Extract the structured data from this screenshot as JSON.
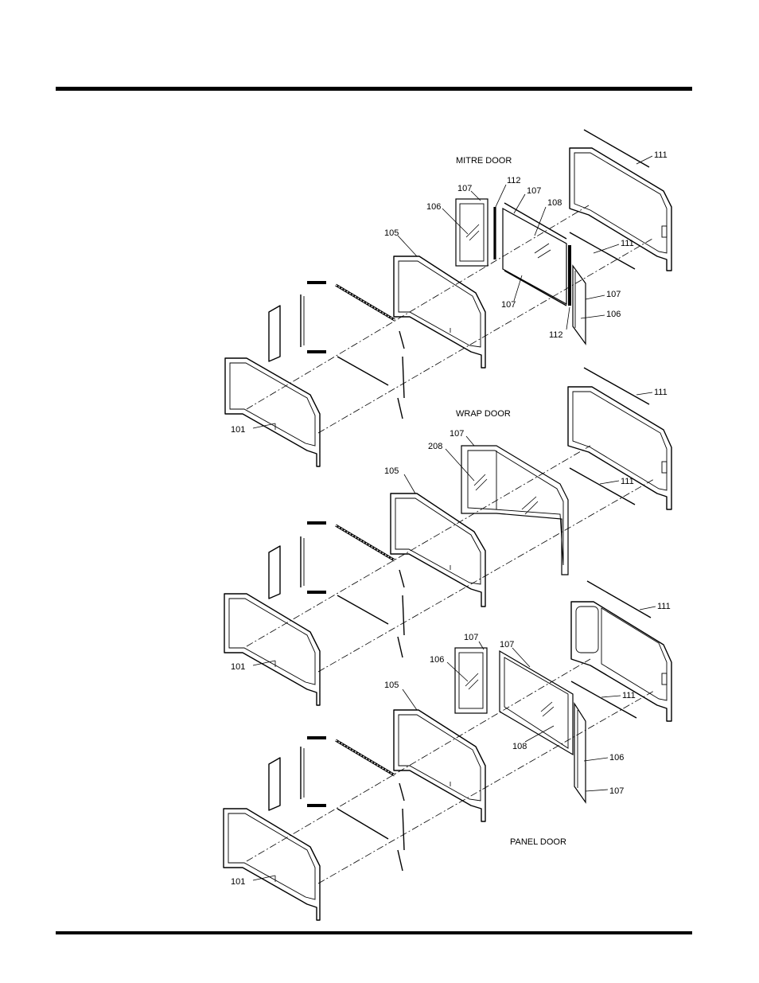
{
  "assemblies": [
    {
      "title": "MITRE DOOR",
      "labels": [
        "111",
        "112",
        "107",
        "107",
        "108",
        "106",
        "105",
        "111",
        "107",
        "107",
        "106",
        "112",
        "101"
      ]
    },
    {
      "title": "WRAP DOOR",
      "labels": [
        "111",
        "107",
        "208",
        "105",
        "111",
        "101"
      ]
    },
    {
      "title": "PANEL DOOR",
      "labels": [
        "111",
        "107",
        "107",
        "106",
        "105",
        "111",
        "108",
        "106",
        "107",
        "101"
      ]
    }
  ]
}
